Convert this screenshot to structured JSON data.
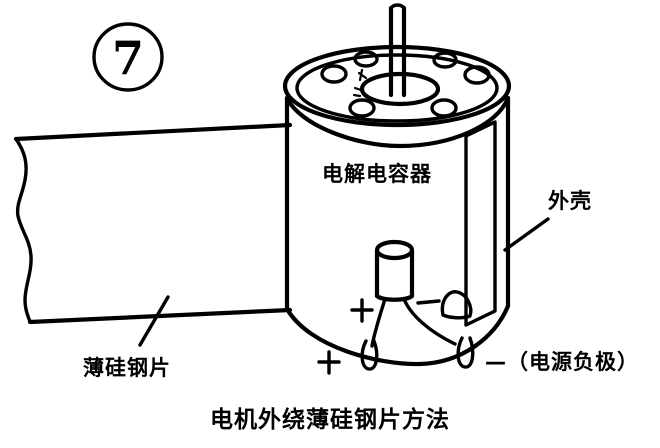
{
  "figure": {
    "index_badge": "7",
    "caption": "电机外绕薄硅钢片方法",
    "labels": {
      "capacitor": "电解电容器",
      "casing": "外壳",
      "steel_sheet": "薄硅钢片",
      "negative_terminal": "—（电源负极）"
    },
    "markers": {
      "plus_upper": "+",
      "plus_lower": "+",
      "minus_upper": "—"
    },
    "colors": {
      "ink": "#000000",
      "background": "#ffffff"
    },
    "parts": [
      "motor-shaft",
      "motor-top-flange",
      "motor-vent-holes",
      "motor-body",
      "casing-seam-panel",
      "electrolytic-capacitor",
      "casing-bump",
      "terminal-lug-positive",
      "terminal-lug-negative",
      "silicon-steel-strip"
    ],
    "vent_hole_count": 6
  }
}
